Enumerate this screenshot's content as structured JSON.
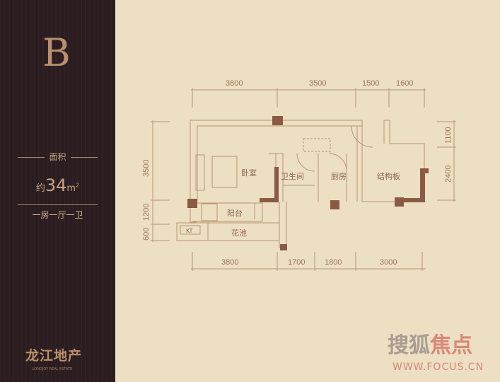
{
  "unit_type": "B",
  "area_label": "面积",
  "area_prefix": "约",
  "area_value": "34",
  "area_unit": "m",
  "area_sup": "2",
  "layout": "一房一厅一卫",
  "brand": {
    "name": "龙江地产",
    "english": "LONGJOY REAL ESTATE"
  },
  "watermark": {
    "part1": "搜狐",
    "part2": "焦点",
    "url": "WWW.FOCUS.CN"
  },
  "plan": {
    "top_dims": [
      "3800",
      "3500",
      "1500",
      "1600"
    ],
    "bottom_dims": [
      "3800",
      "1700",
      "1800",
      "3000"
    ],
    "left_dims": [
      "3500",
      "1200",
      "600"
    ],
    "right_dims": [
      "1100",
      "2400"
    ],
    "rooms": {
      "bedroom": "卧室",
      "bathroom": "卫生间",
      "kitchen": "厨房",
      "structure": "结构板",
      "balcony": "阳台",
      "flowerbed": "花池",
      "ac": "KT"
    }
  },
  "colors": {
    "panel": "#2b1d1f",
    "background": "#ecdfc2",
    "wall": "#8a5a45",
    "line": "#b99473"
  }
}
